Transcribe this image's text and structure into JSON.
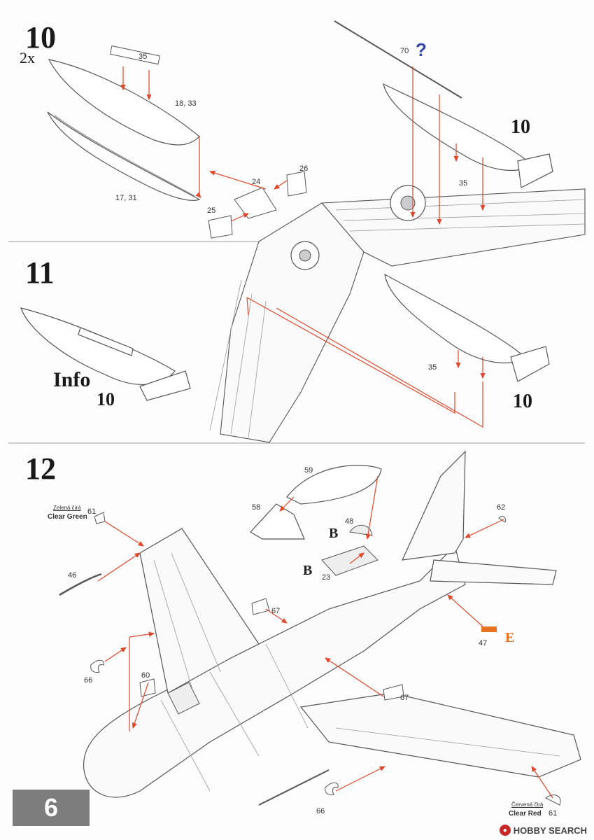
{
  "steps": {
    "s10": {
      "number": "10",
      "multiplier": "2x",
      "ref_top": "10",
      "question": "?"
    },
    "s11": {
      "number": "11",
      "info": "Info",
      "info_ref": "10",
      "ref_bottom": "10"
    },
    "s12": {
      "number": "12"
    }
  },
  "parts": {
    "p35a": "35",
    "p18_33": "18, 33",
    "p17_31": "17, 31",
    "p24": "24",
    "p26": "26",
    "p25": "25",
    "p70": "70",
    "p35b": "35",
    "p35c": "35",
    "p59": "59",
    "p58": "58",
    "p48": "48",
    "p23": "23",
    "p62": "62",
    "p61a": "61",
    "p46": "46",
    "p67a": "67",
    "p47": "47",
    "p66a": "66",
    "p60": "60",
    "p67b": "67",
    "p66b": "66",
    "p61b": "61"
  },
  "color_labels": {
    "green_cz": "Zelená čirá",
    "green_en": "Clear Green",
    "red_cz": "Červená čirá",
    "red_en": "Clear Red"
  },
  "badges": {
    "b1": "B",
    "b2": "B",
    "e": "E"
  },
  "page_number": "6",
  "watermark": "HOBBY SEARCH",
  "colors": {
    "arrow": "#e0472b",
    "badge_orange": "#e8731f",
    "page_box": "#7d7d7d",
    "question": "#3344aa"
  }
}
